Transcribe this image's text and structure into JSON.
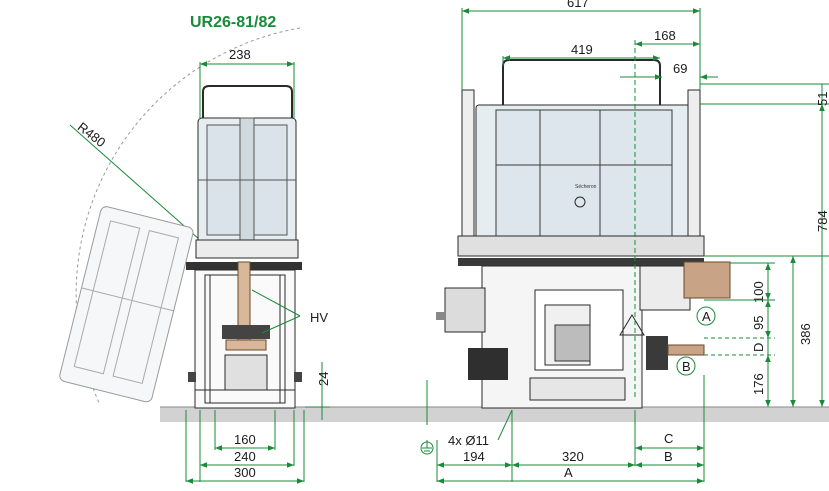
{
  "title": "UR26-81/82",
  "brand": "Sécheron",
  "colors": {
    "dimension": "#1a8a3a",
    "title": "#1a8a3a",
    "outline": "#2a2a2a",
    "floor": "#d2d2d2",
    "busbar": "#c8a386"
  },
  "callouts": {
    "hv": "HV",
    "a": "A",
    "b": "B"
  },
  "dims": {
    "d238": "238",
    "r480": "R480",
    "d24": "24",
    "d160": "160",
    "d240": "240",
    "d300": "300",
    "d617": "617",
    "d168": "168",
    "d419": "419",
    "d69": "69",
    "d51": "51",
    "d784": "784",
    "d100": "100",
    "d95": "95",
    "dD": "D",
    "d386": "386",
    "d176": "176",
    "holes": "4x Ø11",
    "d194": "194",
    "d320": "320",
    "dC": "C",
    "dB": "B",
    "dA": "A"
  },
  "icons": {
    "ground": "ground-icon"
  }
}
